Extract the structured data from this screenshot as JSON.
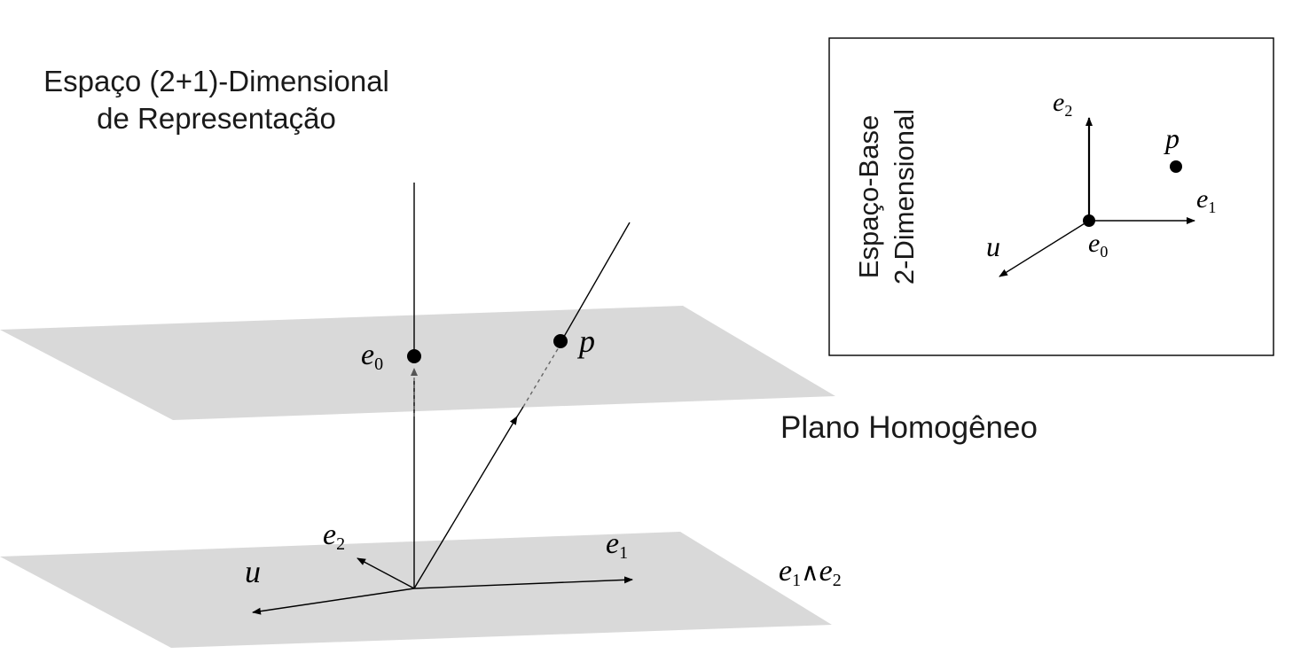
{
  "title": {
    "line1": "Espaço (2+1)-Dimensional",
    "line2": "de Representação"
  },
  "planes": {
    "homogeneous_label": "Plano Homogêneo",
    "base_plane": {
      "sym1": "e",
      "sub1": "1",
      "wedge": "∧",
      "sym2": "e",
      "sub2": "2"
    }
  },
  "main_vectors": {
    "e0": {
      "sym": "e",
      "sub": "0"
    },
    "p": {
      "sym": "p"
    },
    "e1": {
      "sym": "e",
      "sub": "1"
    },
    "e2": {
      "sym": "e",
      "sub": "2"
    },
    "u": {
      "sym": "u"
    }
  },
  "inset": {
    "title_line1": "Espaço-Base",
    "title_line2": "2-Dimensional",
    "e2": {
      "sym": "e",
      "sub": "2"
    },
    "p": {
      "sym": "p"
    },
    "e1": {
      "sym": "e",
      "sub": "1"
    },
    "u": {
      "sym": "u"
    },
    "e0": {
      "sym": "e",
      "sub": "0"
    }
  },
  "colors": {
    "plane_fill": "#d9d9d9",
    "ink": "#000000",
    "dashed": "#666666"
  }
}
